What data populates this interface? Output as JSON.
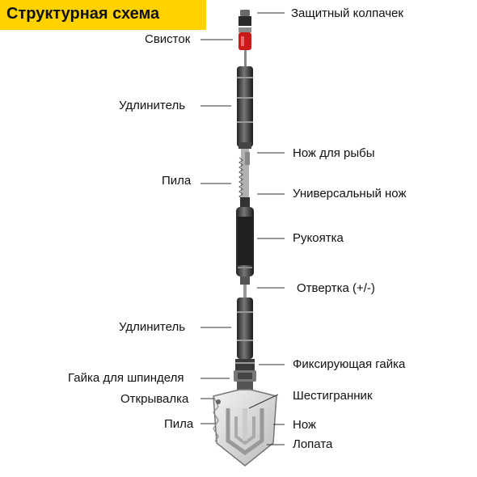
{
  "title": "Структурная схема",
  "colors": {
    "title_bg": "#FFD200",
    "tool_dark": "#1c1c1c",
    "tool_mid": "#555555",
    "tool_light": "#a8a8a8",
    "whistle_red": "#cc1a1a",
    "blade_light": "#e0e0e0",
    "leader": "#333333"
  },
  "labels": {
    "cap": "Защитный колпачек",
    "whistle": "Свисток",
    "extender1": "Удлинитель",
    "fish_knife": "Нож для рыбы",
    "saw1": "Пила",
    "universal_knife": "Универсальный нож",
    "handle": "Рукоятка",
    "screwdriver": "Отвертка (+/-)",
    "extender2": "Удлинитель",
    "lock_nut": "Фиксирующая гайка",
    "spindle_nut": "Гайка для шпинделя",
    "hexagon": "Шестигранник",
    "opener": "Открывалка",
    "saw2": "Пила",
    "knife": "Нож",
    "shovel": "Лопата"
  }
}
